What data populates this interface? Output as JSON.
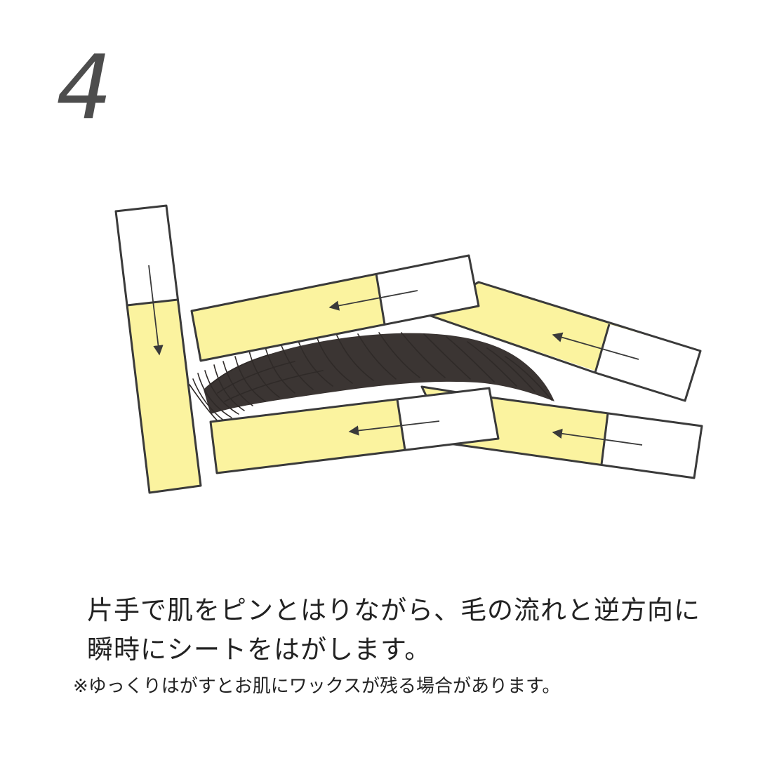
{
  "step": {
    "number": "4"
  },
  "illustration": {
    "wax_strip_yellow": "#fbf39f",
    "strip_white": "#ffffff",
    "outline_color": "#3a3a3a",
    "arrow_color": "#3a3a3a",
    "brow_color": "#2f2a28",
    "strip_count": 5,
    "subject": "eyebrow-icon"
  },
  "instruction": {
    "line1": "片手で肌をピンとはりながら、毛の流れと逆方向に",
    "line2": "瞬時にシートをはがします。"
  },
  "note": {
    "text": "※ゆっくりはがすとお肌にワックスが残る場合があります。"
  }
}
